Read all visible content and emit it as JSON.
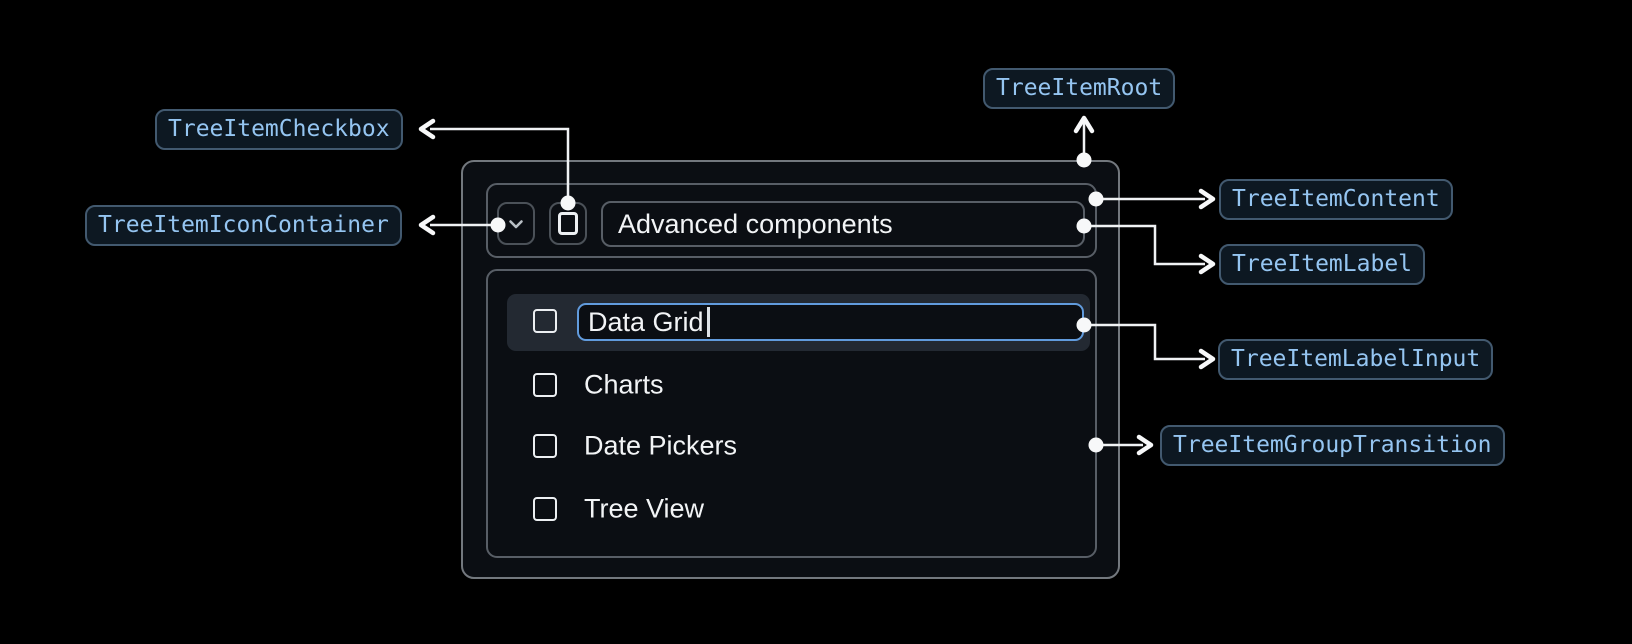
{
  "annotations": {
    "root": "TreeItemRoot",
    "checkbox": "TreeItemCheckbox",
    "icon_container": "TreeItemIconContainer",
    "content": "TreeItemContent",
    "label": "TreeItemLabel",
    "label_input": "TreeItemLabelInput",
    "group_transition": "TreeItemGroupTransition"
  },
  "tree_item": {
    "parent_label": "Advanced components",
    "editing": {
      "value": "Data Grid"
    },
    "children": [
      "Charts",
      "Date Pickers",
      "Tree View"
    ]
  },
  "icons": {
    "expand": "chevron-down",
    "checkbox": "checkbox-unchecked"
  },
  "colors": {
    "page_bg": "#000000",
    "panel_bg": "#0b0e13",
    "panel_border": "#73787e",
    "inner_border": "#585e66",
    "highlight_bg": "#232932",
    "input_border": "#619bdd",
    "badge_bg": "#0d1822",
    "badge_border": "#42596f",
    "badge_text": "#95c5f1",
    "connector": "#f0f2f4",
    "text": "#f2f4f6"
  }
}
